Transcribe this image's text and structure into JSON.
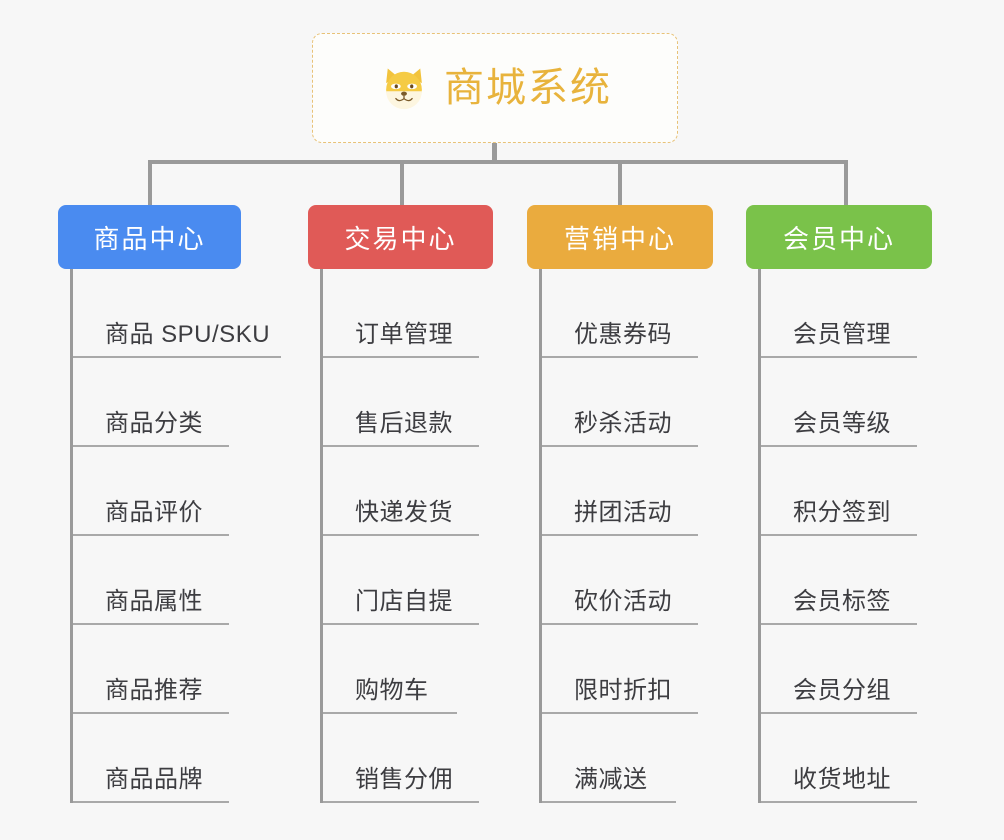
{
  "theme": {
    "background": "#f7f7f7",
    "connector": "#9a9a9a",
    "underline": "#a9a9a9",
    "leaf_text": "#3d3d41",
    "root_border": "#e8c277",
    "root_title": "#e8b33c"
  },
  "root": {
    "title": "商城系统",
    "icon": "shiba-dog-face-emoji"
  },
  "categories": [
    {
      "label": "商品中心",
      "color": "#4a8bf0",
      "items": [
        {
          "label": "商品 SPU/SKU",
          "underline_width": 208
        },
        {
          "label": "商品分类",
          "underline_width": 156
        },
        {
          "label": "商品评价",
          "underline_width": 156
        },
        {
          "label": "商品属性",
          "underline_width": 156
        },
        {
          "label": "商品推荐",
          "underline_width": 156
        },
        {
          "label": "商品品牌",
          "underline_width": 156
        }
      ]
    },
    {
      "label": "交易中心",
      "color": "#e05a57",
      "items": [
        {
          "label": "订单管理",
          "underline_width": 156
        },
        {
          "label": "售后退款",
          "underline_width": 156
        },
        {
          "label": "快递发货",
          "underline_width": 156
        },
        {
          "label": "门店自提",
          "underline_width": 156
        },
        {
          "label": "购物车",
          "underline_width": 134
        },
        {
          "label": "销售分佣",
          "underline_width": 156
        }
      ]
    },
    {
      "label": "营销中心",
      "color": "#eaab3e",
      "items": [
        {
          "label": "优惠券码",
          "underline_width": 156
        },
        {
          "label": "秒杀活动",
          "underline_width": 156
        },
        {
          "label": "拼团活动",
          "underline_width": 156
        },
        {
          "label": "砍价活动",
          "underline_width": 156
        },
        {
          "label": "限时折扣",
          "underline_width": 156
        },
        {
          "label": "满减送",
          "underline_width": 134
        }
      ]
    },
    {
      "label": "会员中心",
      "color": "#7ac24a",
      "items": [
        {
          "label": "会员管理",
          "underline_width": 156
        },
        {
          "label": "会员等级",
          "underline_width": 156
        },
        {
          "label": "积分签到",
          "underline_width": 156
        },
        {
          "label": "会员标签",
          "underline_width": 156
        },
        {
          "label": "会员分组",
          "underline_width": 156
        },
        {
          "label": "收货地址",
          "underline_width": 156
        }
      ]
    }
  ]
}
